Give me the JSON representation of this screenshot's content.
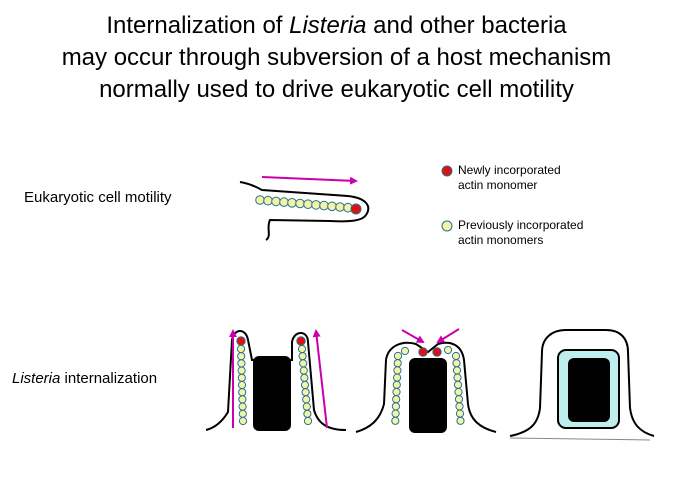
{
  "title": {
    "line1_before": "Internalization of ",
    "line1_italic": "Listeria",
    "line1_after": " and other bacteria",
    "line2": "may occur through subversion of a host mechanism",
    "line3": "normally used to drive eukaryotic cell motility"
  },
  "motility": {
    "label": "Eukaryotic cell motility"
  },
  "internalization": {
    "label_italic": "Listeria",
    "label_after": " internalization"
  },
  "legend": {
    "new_line1": "Newly incorporated",
    "new_line2": "actin monomer",
    "old_line1": "Previously incorporated",
    "old_line2": "actin monomers"
  },
  "colors": {
    "arrow": "#cc00aa",
    "new_monomer": "#e01010",
    "old_monomer": "#f4f4a8",
    "monomer_outline": "#2a6f8f",
    "bacterium": "#000000",
    "vacuole": "#bfeeee"
  },
  "icons": [
    "new-monomer-dot",
    "old-monomer-dot",
    "bacterium-shape",
    "direction-arrow"
  ]
}
